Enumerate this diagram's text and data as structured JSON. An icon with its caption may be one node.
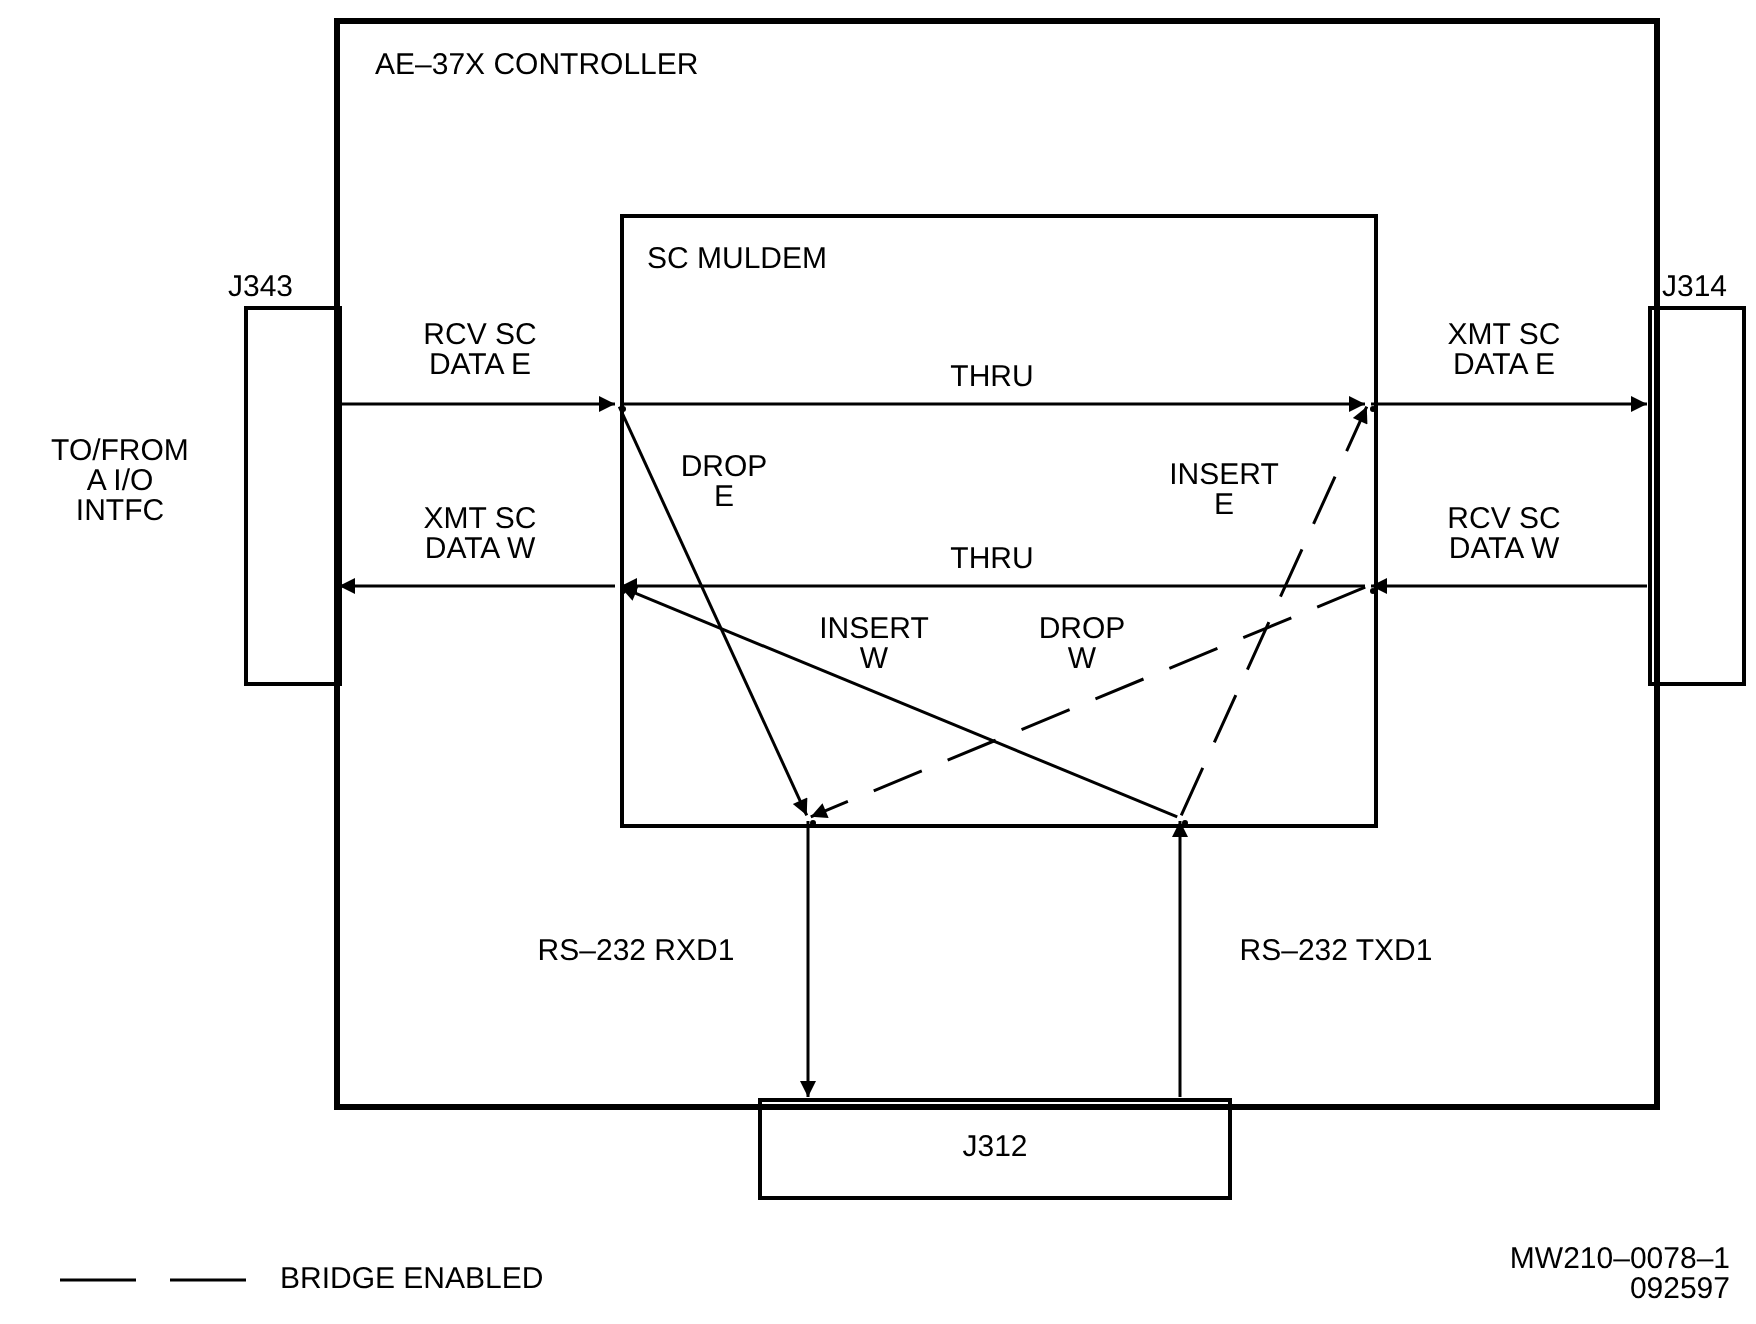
{
  "diagram": {
    "nodes": [
      {
        "text": [
          "AE–37X CONTROLLER"
        ]
      },
      {
        "text": [
          "SC MULDEM"
        ],
        "in": 0
      },
      {
        "text": [
          "J343"
        ]
      },
      {
        "text": [
          "J314"
        ]
      },
      {
        "text": [
          "J312"
        ]
      },
      {
        "text": [],
        "shape": "point",
        "in": 1
      },
      {
        "text": [],
        "shape": "point",
        "in": 1
      },
      {
        "text": [],
        "shape": "point",
        "in": 1
      },
      {
        "text": [],
        "shape": "point",
        "in": 1
      },
      {
        "text": [],
        "shape": "point",
        "in": 1
      },
      {
        "text": [],
        "shape": "point",
        "in": 1
      }
    ],
    "edges": [
      {
        "from": 2,
        "to": 5,
        "arrow": "to",
        "label": "RCV SC DATA E"
      },
      {
        "from": 5,
        "to": 6,
        "arrow": "to",
        "label": "THRU"
      },
      {
        "from": 6,
        "to": 3,
        "arrow": "to",
        "label": "XMT SC DATA E"
      },
      {
        "from": 3,
        "to": 8,
        "arrow": "to",
        "label": "RCV SC DATA W"
      },
      {
        "from": 8,
        "to": 7,
        "arrow": "to",
        "label": "THRU"
      },
      {
        "from": 7,
        "to": 2,
        "arrow": "to",
        "label": "XMT SC DATA W"
      },
      {
        "from": 5,
        "to": 9,
        "arrow": "to",
        "label": "DROP E"
      },
      {
        "from": 10,
        "to": 6,
        "arrow": "to",
        "label": "INSERT E",
        "style": "dashed"
      },
      {
        "from": 10,
        "to": 7,
        "arrow": "to",
        "label": "INSERT W"
      },
      {
        "from": 8,
        "to": 9,
        "arrow": "to",
        "label": "DROP W",
        "style": "dashed"
      },
      {
        "from": 9,
        "to": 4,
        "arrow": "to",
        "label": "RS–232 RXD1"
      },
      {
        "from": 4,
        "to": 10,
        "arrow": "to",
        "label": "RS–232 TXD1"
      }
    ],
    "labels": [
      "TO/FROM A I/O INTFC",
      "MW210–0078–1",
      "092597"
    ],
    "legend": [
      {
        "text": "BRIDGE ENABLED"
      }
    ]
  }
}
